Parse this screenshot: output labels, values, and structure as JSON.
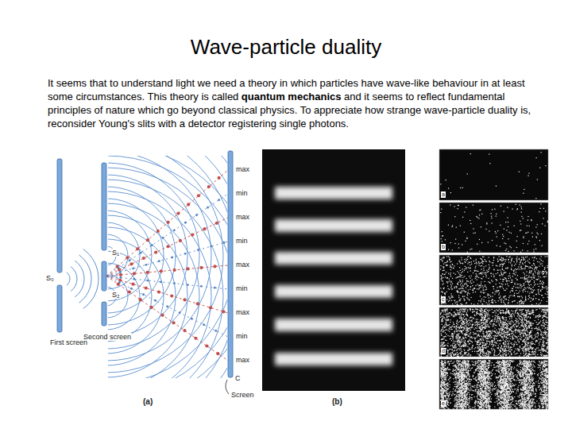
{
  "diagram": {
    "title": "Wave-particle duality",
    "labels": [
      "It seems that to understand light we need a theory in which particles have wave-like behaviour in at least some circumstances.  This theory is called",
      "quantum mechanics",
      "and it seems to reflect fundamental principles of nature which go beyond classical physics. To appreciate how strange wave-particle duality is, reconsider Young's slits with a detector registering single photons.",
      "max",
      "min",
      "max",
      "min",
      "max",
      "min",
      "max",
      "min",
      "max",
      "S₀",
      "S₁",
      "S₂",
      "First screen",
      "Second screen",
      "C",
      "Screen",
      "(a)",
      "(b)",
      "a",
      "b",
      "c",
      "d",
      "e"
    ]
  }
}
